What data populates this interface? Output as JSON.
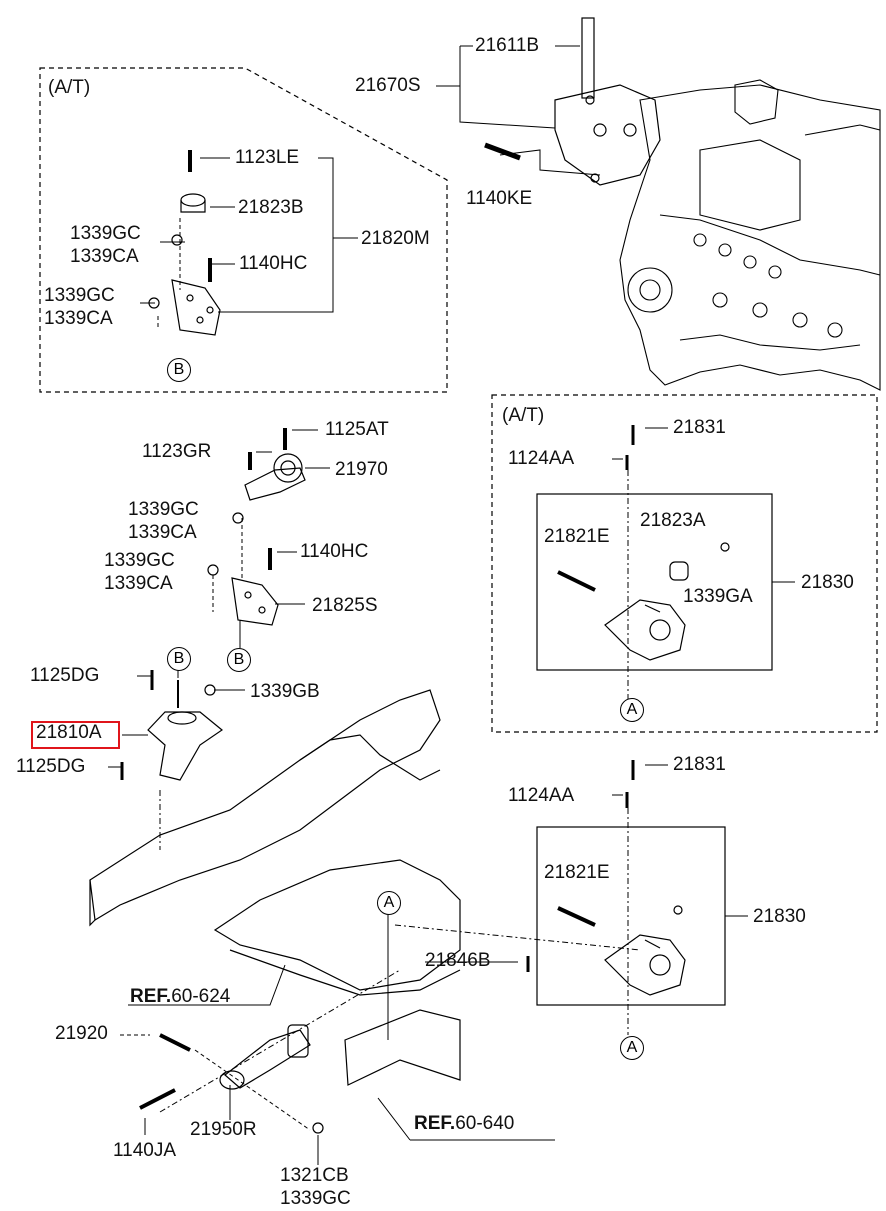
{
  "sections": {
    "top_left_variant": "(A/T)",
    "right_upper_variant": "(A/T)"
  },
  "callouts": {
    "A": "A",
    "B": "B"
  },
  "labels": {
    "p21611B": "21611B",
    "p21670S": "21670S",
    "p1140KE": "1140KE",
    "p1123LE": "1123LE",
    "p21823B": "21823B",
    "p21820M": "21820M",
    "p1339GC_1": "1339GC",
    "p1339CA_1": "1339CA",
    "p1140HC_1": "1140HC",
    "p1339GC_2": "1339GC",
    "p1339CA_2": "1339CA",
    "p1125AT": "1125AT",
    "p1123GR": "1123GR",
    "p21970": "21970",
    "p1339GC_3": "1339GC",
    "p1339CA_3": "1339CA",
    "p1140HC_2": "1140HC",
    "p1339GC_4": "1339GC",
    "p1339CA_4": "1339CA",
    "p21825S": "21825S",
    "p1125DG_1": "1125DG",
    "p1339GB": "1339GB",
    "p21810A": "21810A",
    "p1125DG_2": "1125DG",
    "p21831_1": "21831",
    "p1124AA_1": "1124AA",
    "p21821E_1": "21821E",
    "p21823A": "21823A",
    "p1339GA": "1339GA",
    "p21830_1": "21830",
    "p21831_2": "21831",
    "p1124AA_2": "1124AA",
    "p21821E_2": "21821E",
    "p21830_2": "21830",
    "p21846B": "21846B",
    "p21920": "21920",
    "p21950R": "21950R",
    "p1140JA": "1140JA",
    "p1321CB": "1321CB",
    "p1339GC_5": "1339GC"
  },
  "references": [
    {
      "prefix": "REF.",
      "code": "60-624"
    },
    {
      "prefix": "REF.",
      "code": "60-640"
    }
  ],
  "highlight_color": "#e0151b"
}
